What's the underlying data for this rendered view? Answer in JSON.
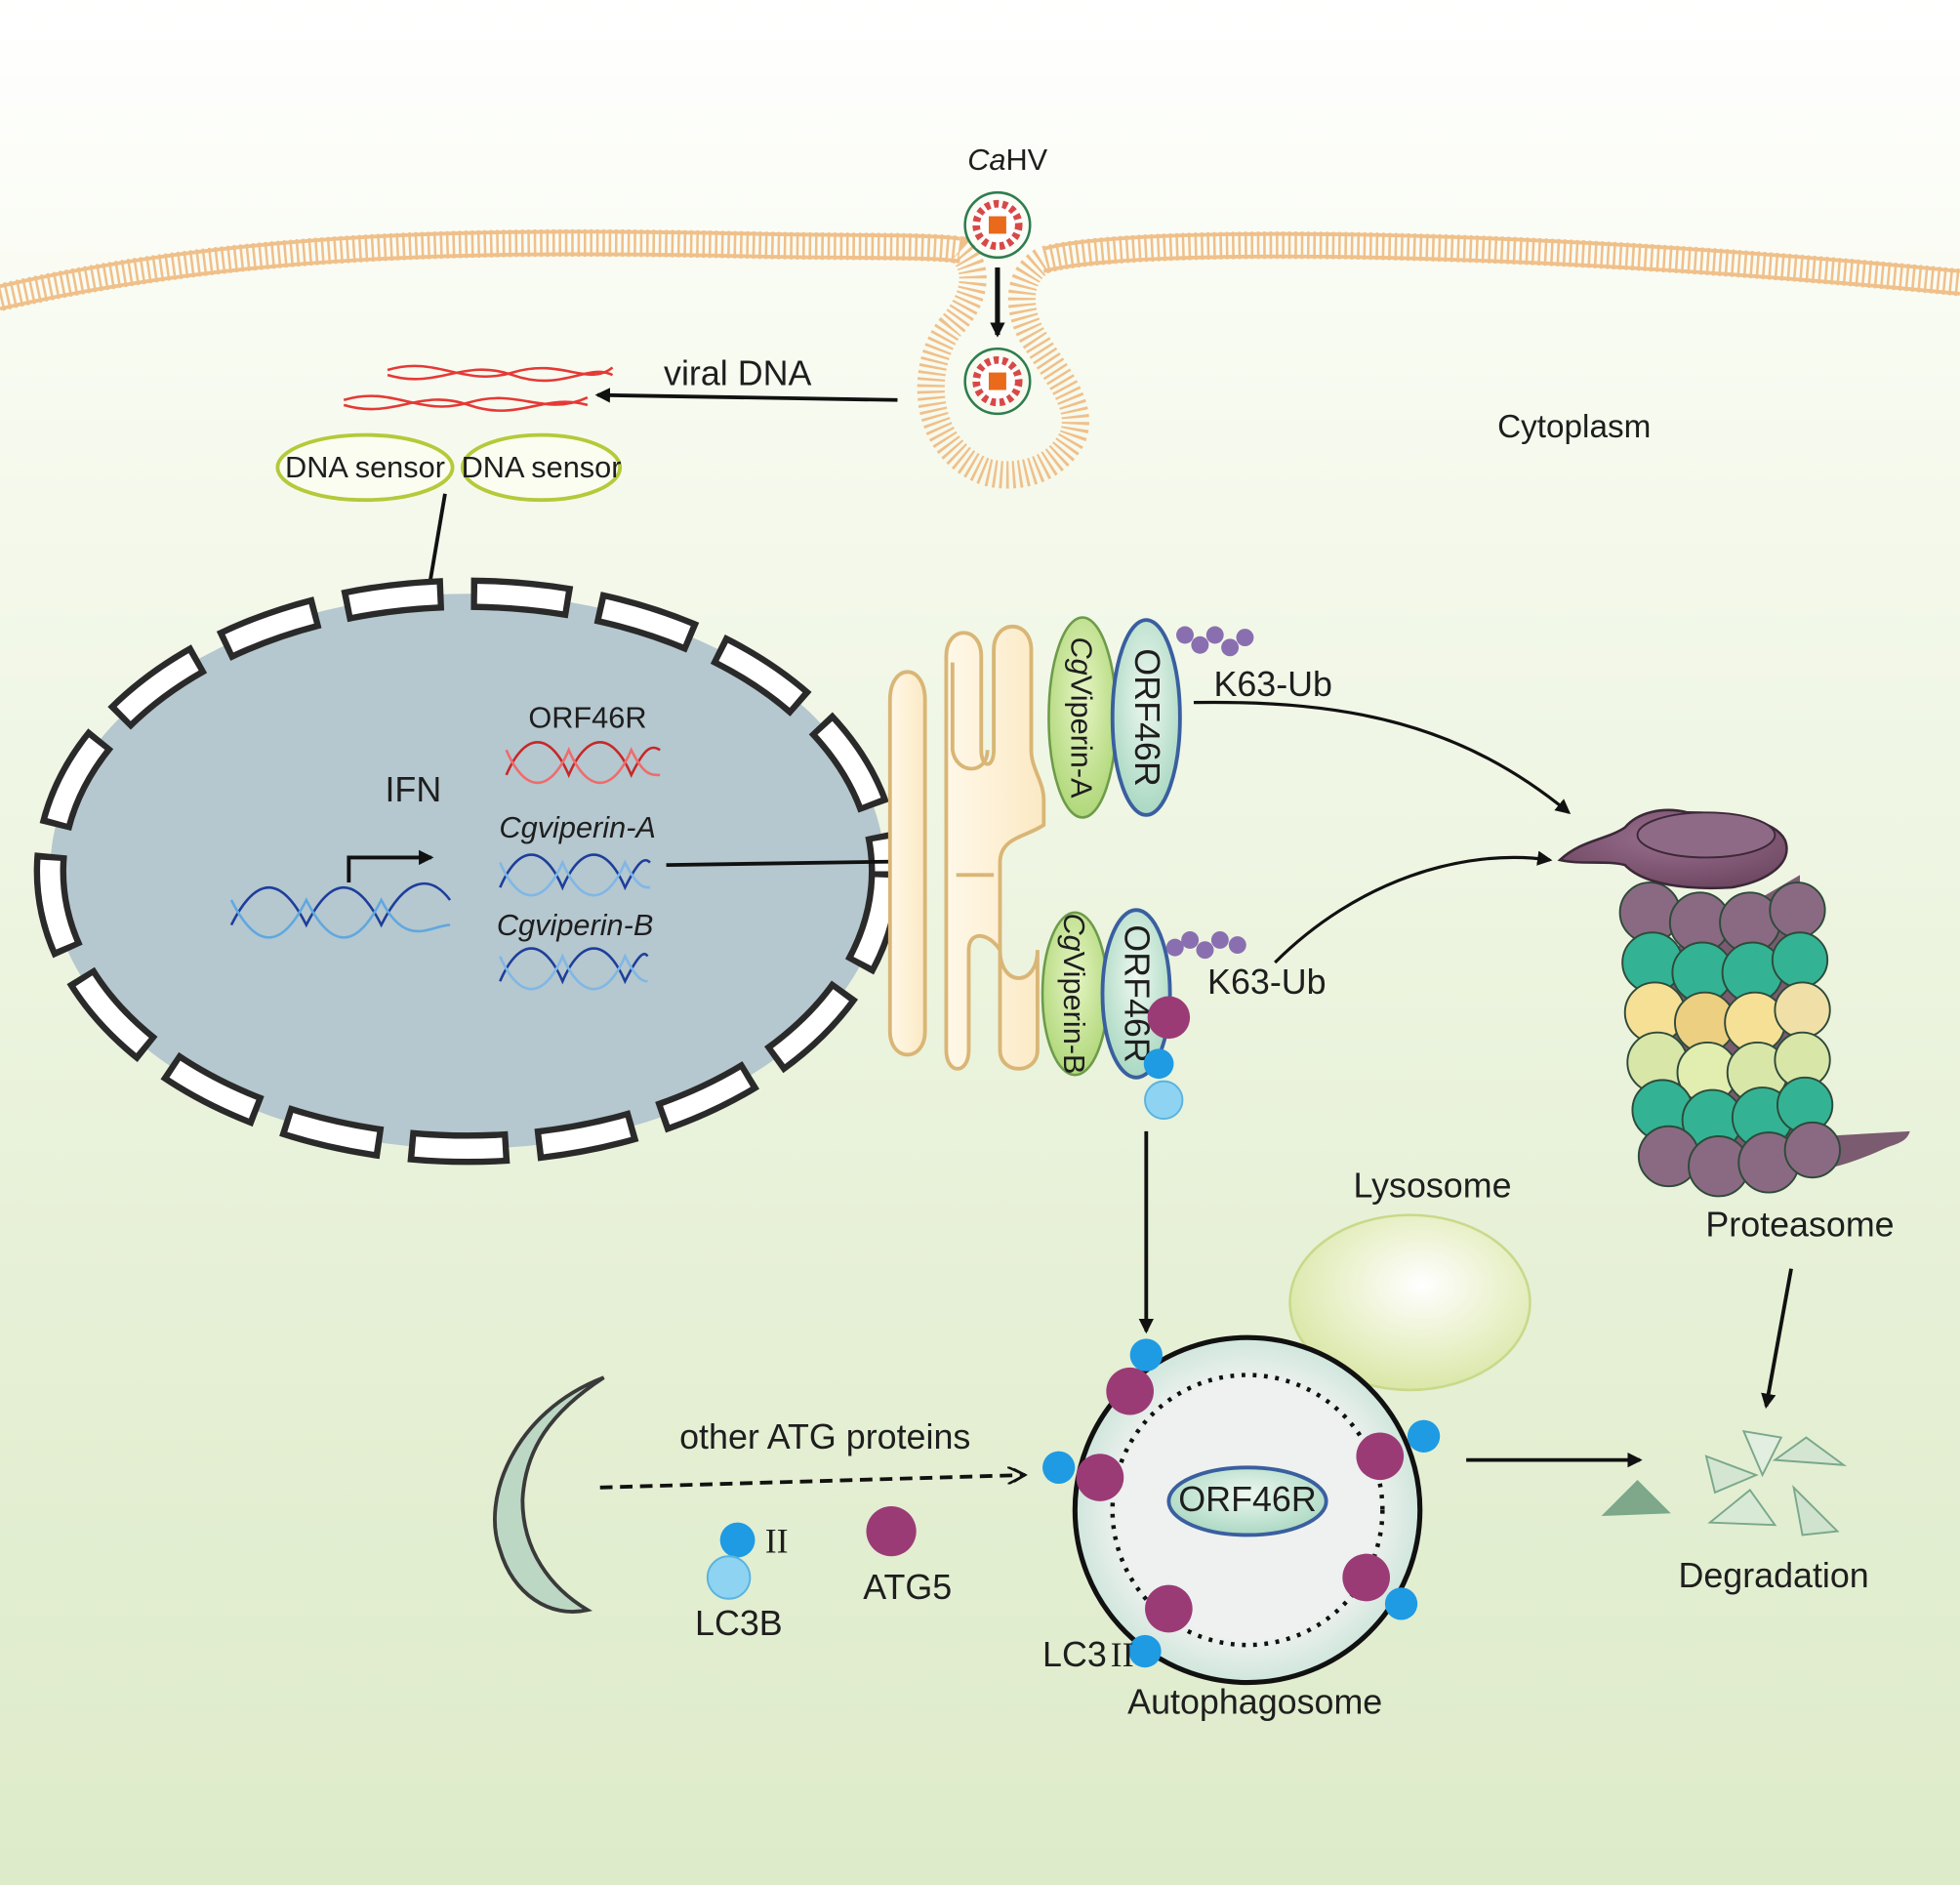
{
  "labels": {
    "virus_prefix": "Ca",
    "virus_suffix": "HV",
    "viral_dna": "viral DNA",
    "cytoplasm": "Cytoplasm",
    "dna_sensor_1": "DNA sensor",
    "dna_sensor_2": "DNA sensor",
    "ifn": "IFN",
    "orf46r_gene": "ORF46R",
    "cgviperin_a_gene": "Cgviperin-A",
    "cgviperin_b_gene": "Cgviperin-B",
    "cgviperin_a_protein_prefix": "Cg",
    "cgviperin_a_protein_suffix": "Viperin-A",
    "cgviperin_b_protein_prefix": "Cg",
    "cgviperin_b_protein_suffix": "Viperin-B",
    "orf46r_protein_top": "ORF46R",
    "orf46r_protein_bottom": "ORF46R",
    "k63_ub_top": "K63-Ub",
    "k63_ub_bottom": "K63-Ub",
    "proteasome": "Proteasome",
    "lysosome": "Lysosome",
    "other_atg_proteins": "other ATG proteins",
    "lc3_roman": "II",
    "lc3b": "LC3B",
    "atg5": "ATG5",
    "lc3_ii_prefix": "LC3",
    "lc3_ii_roman": "II",
    "orf46r_autophagosome": "ORF46R",
    "autophagosome": "Autophagosome",
    "degradation": "Degradation"
  },
  "colors": {
    "membrane_head": "#f2c58e",
    "membrane_tail": "#e8b070",
    "nucleus_fill": "#b5c7cf",
    "viral_dna_red": "#e53935",
    "dna_sensor_border": "#b5c93a",
    "viperin_fill": "#c9e59a",
    "orf46r_fill": "#cfeadc",
    "orf46r_border": "#3a5fa0",
    "ubiquitin": "#8a6fb0",
    "atg5": "#9b3b76",
    "lc3_dark": "#1e9be3",
    "lc3_light": "#8fd3f2",
    "lysosome_fill": "#e6efbf",
    "proteasome_cap": "#7e5570",
    "proteasome_teal": "#33b394",
    "proteasome_yellow": "#f5e095",
    "degradation_fill": "#cfe3cf",
    "arrow": "#111111"
  },
  "icons": [
    "virus-particle-icon",
    "dna-helix-icon",
    "ubiquitin-chain-icon",
    "proteasome-icon",
    "lysosome-icon",
    "autophagosome-icon",
    "degradation-fragments-icon",
    "arrow-icon"
  ]
}
